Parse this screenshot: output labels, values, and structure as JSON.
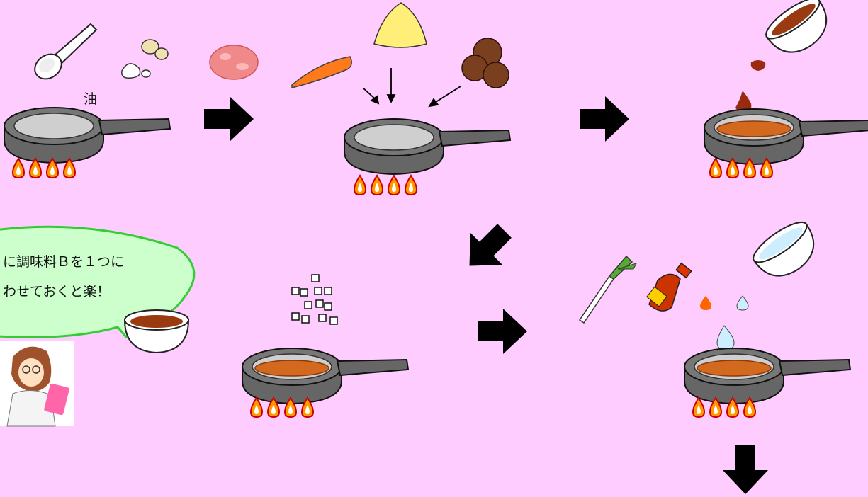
{
  "labels": {
    "oil": "油"
  },
  "bubble": {
    "line1": "に調味料Ｂを１つに",
    "line2": "わせておくと楽！"
  },
  "icons": {
    "spoon": "measuring-spoon-icon",
    "garlic": "garlic-icon",
    "meat": "ground-meat-icon",
    "carrot": "carrot-icon",
    "onion": "minced-onion-icon",
    "mushroom": "shiitake-mushroom-icon",
    "pan": "frying-pan-icon",
    "flame": "gas-flame-icon",
    "bowl": "sauce-bowl-icon",
    "tofu": "tofu-cubes-icon",
    "leek": "green-onion-icon",
    "oil_bottle": "sesame-oil-bottle-icon",
    "water_bowl": "water-bowl-icon",
    "doctor": "doctor-character-icon",
    "arrow": "step-arrow-icon"
  },
  "colors": {
    "background": "#ffccff",
    "pan_body": "#6e6e6e",
    "sauce": "#d2691e",
    "flame": "#ff9900",
    "bubble_fill": "#ccffcc",
    "bubble_stroke": "#33cc33"
  }
}
